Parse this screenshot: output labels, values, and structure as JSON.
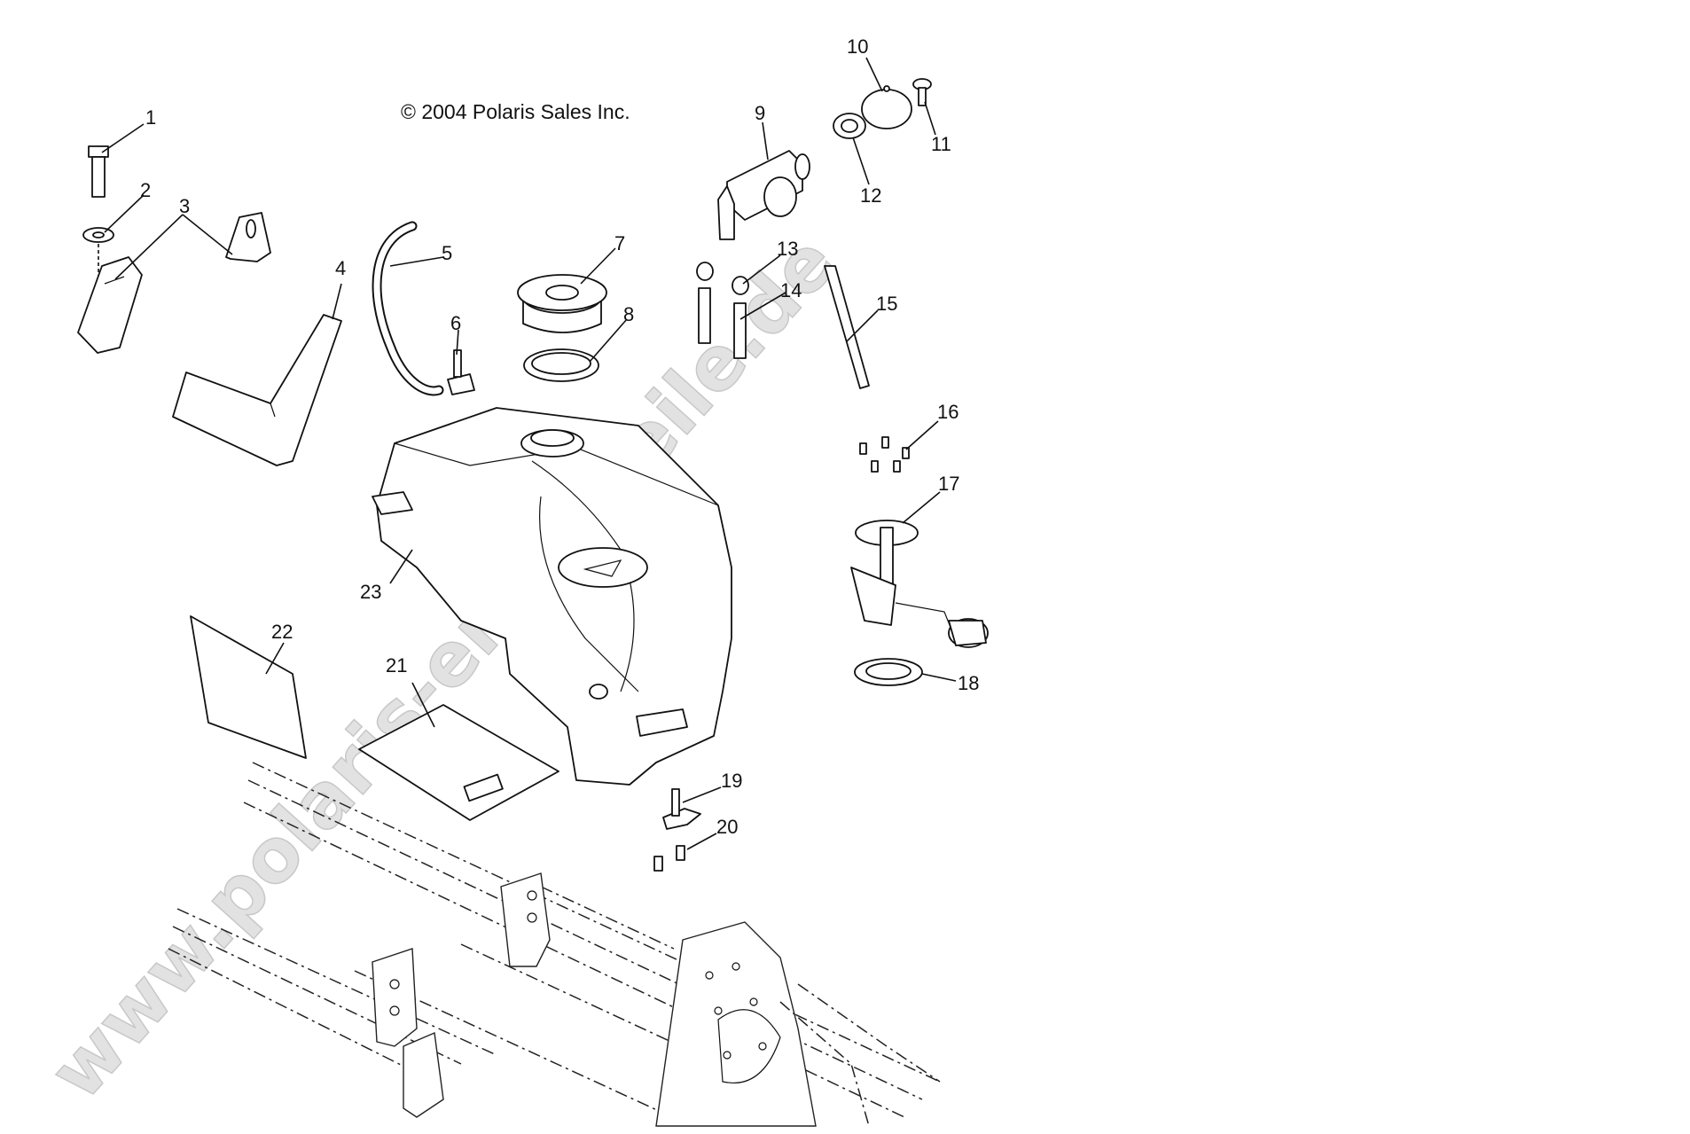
{
  "diagram": {
    "copyright": "© 2004 Polaris Sales Inc.",
    "watermark": "www.polaris-ersatzteile.de",
    "callouts": [
      "1",
      "2",
      "3",
      "4",
      "5",
      "6",
      "7",
      "8",
      "9",
      "10",
      "11",
      "12",
      "13",
      "14",
      "15",
      "16",
      "17",
      "18",
      "19",
      "20",
      "21",
      "22",
      "23"
    ]
  }
}
